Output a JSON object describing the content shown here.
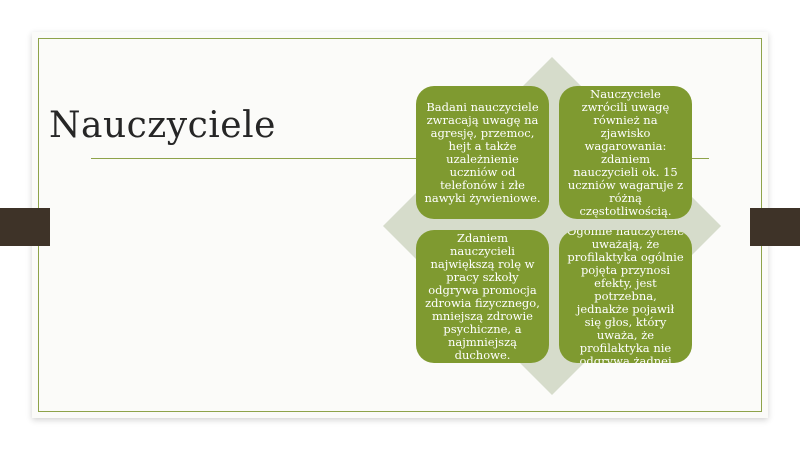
{
  "slide": {
    "title": "Nauczyciele",
    "accent_color": "#7f9a30",
    "frame_color": "#8ea34a",
    "tab_color": "#3e3328",
    "diamond_color": "#d6dccb"
  },
  "matrix": {
    "top_left": "Badani nauczyciele zwracają uwagę na agresję, przemoc, hejt a także uzależnienie uczniów od telefonów i złe nawyki żywieniowe.",
    "top_right": "Nauczyciele zwrócili uwagę również na zjawisko wagarowania: zdaniem nauczycieli ok. 15 uczniów wagaruje z różną częstotliwością.",
    "bottom_left": "Zdaniem nauczycieli największą rolę w pracy szkoły odgrywa promocja zdrowia fizycznego, mniejszą zdrowie psychiczne, a najmniejszą duchowe.",
    "bottom_right": "Ogólnie nauczyciele uważają, że profilaktyka ogólnie pojęta przynosi efekty, jest potrzebna, jednakże pojawił się głos, który uważa, że profilaktyka nie odgrywa żadnej"
  }
}
